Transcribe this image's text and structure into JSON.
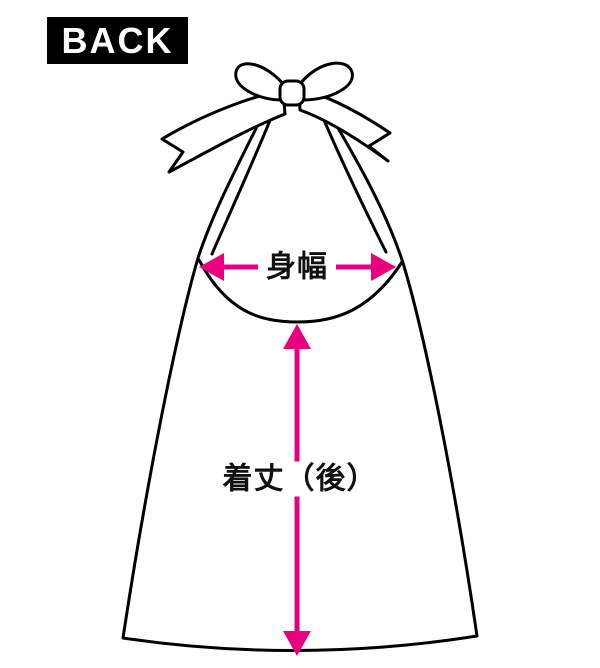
{
  "diagram": {
    "view_label": "BACK",
    "subject": "halter-neck garment back view size guide",
    "measurements": {
      "body_width": {
        "label": "身幅",
        "orientation": "horizontal"
      },
      "back_length": {
        "label": "着丈（後）",
        "orientation": "vertical"
      }
    },
    "colors": {
      "arrow": "#E6007E",
      "outline": "#000000",
      "background": "#FFFFFF",
      "view_label_bg": "#000000",
      "view_label_text": "#FFFFFF"
    }
  }
}
